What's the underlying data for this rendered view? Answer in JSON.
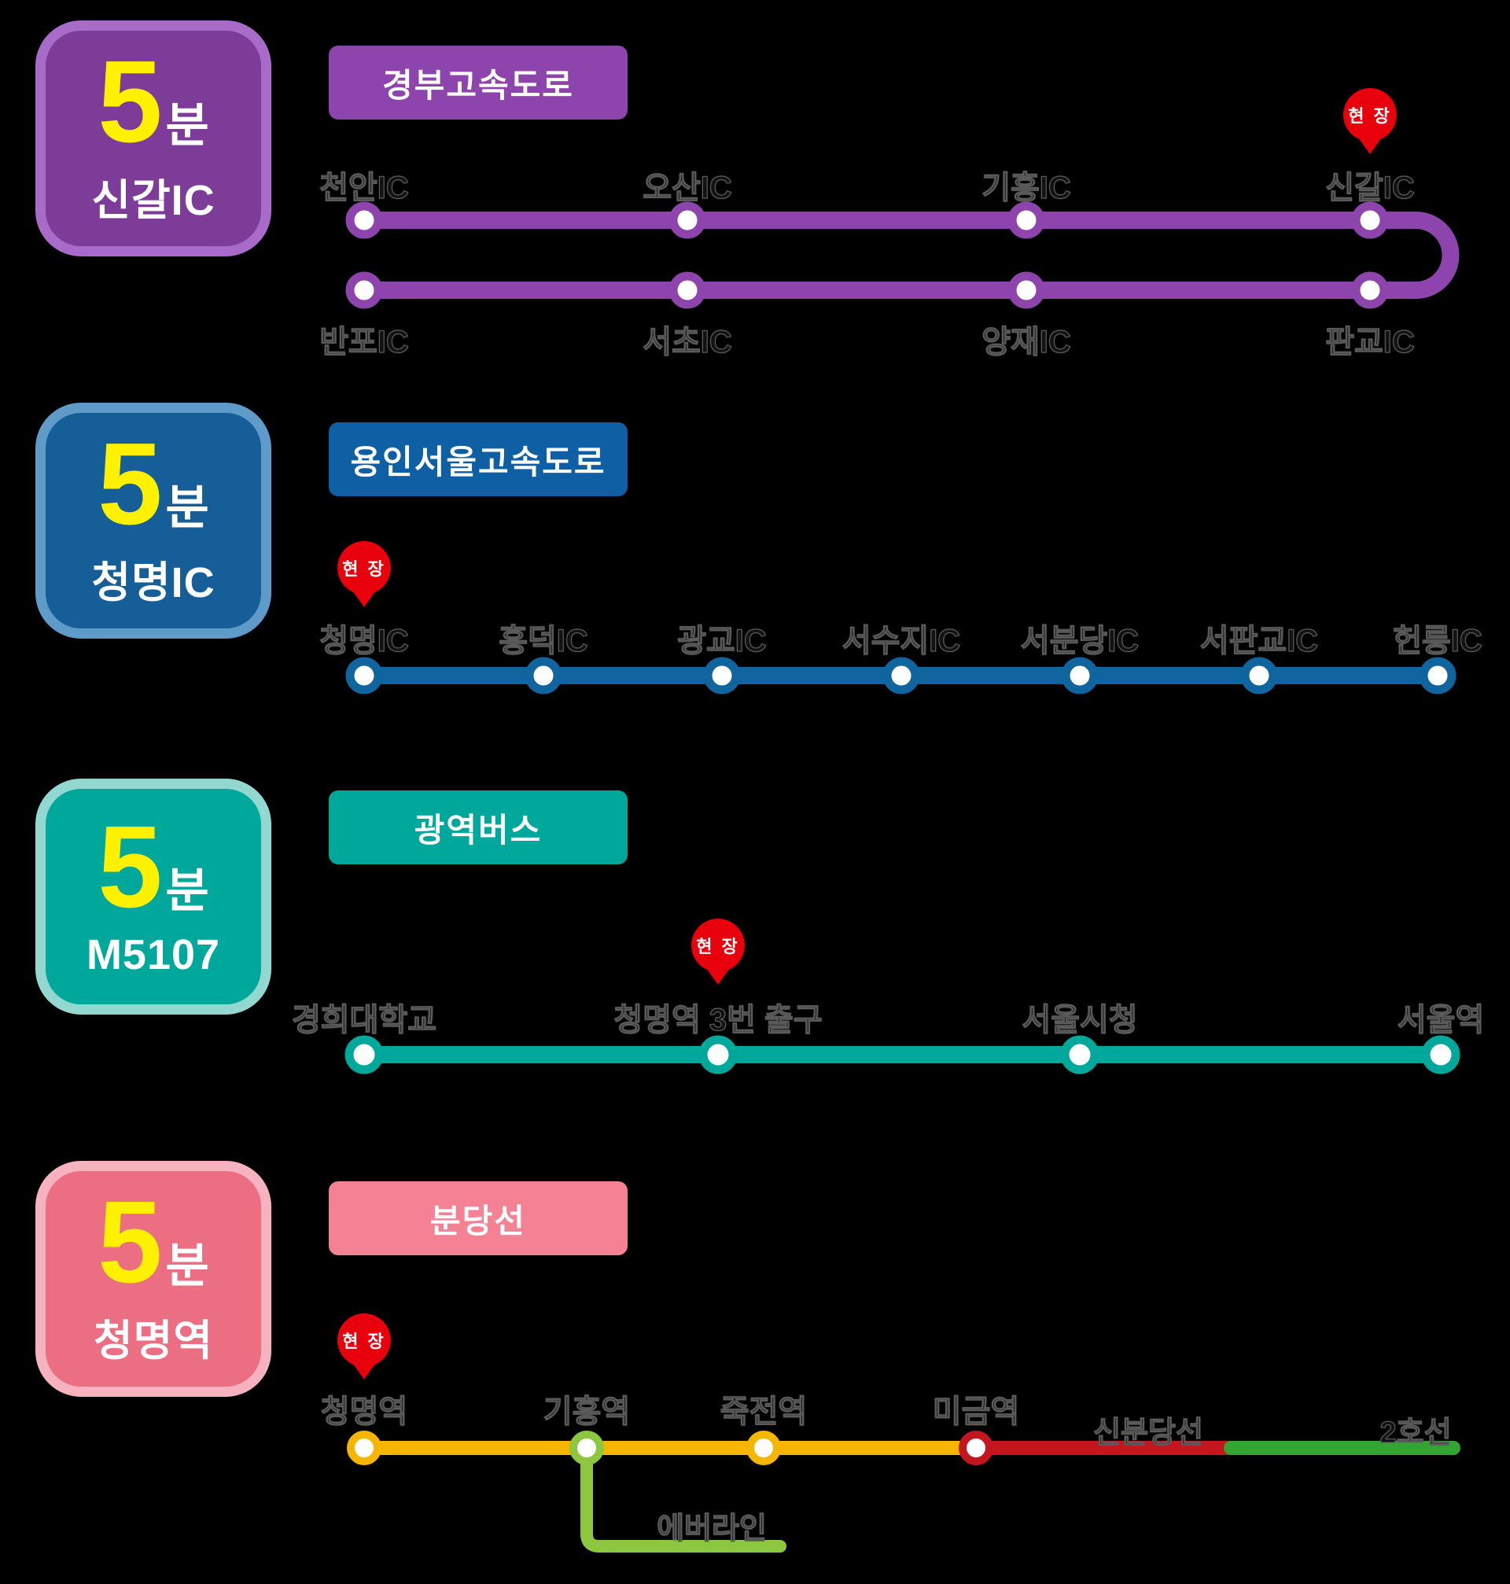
{
  "page": {
    "background": "#000000"
  },
  "pin": {
    "label": "현 장",
    "color": "#E8000D"
  },
  "sections": [
    {
      "id": "gyeongbu-expressway",
      "badge": {
        "minutes": "5",
        "unit": "분",
        "destination": "신갈IC"
      },
      "route_name": "경부고속도로",
      "accent": "#8E44AD",
      "stops_top": [
        "천안IC",
        "오산IC",
        "기흥IC",
        "신갈IC"
      ],
      "stops_bottom": [
        "반포IC",
        "서초IC",
        "양재IC",
        "판교IC"
      ],
      "site_stop": "신갈IC"
    },
    {
      "id": "yongin-seoul-expressway",
      "badge": {
        "minutes": "5",
        "unit": "분",
        "destination": "청명IC"
      },
      "route_name": "용인서울고속도로",
      "accent": "#10659F",
      "stops": [
        "청명IC",
        "흥덕IC",
        "광교IC",
        "서수지IC",
        "서분당IC",
        "서판교IC",
        "헌릉IC"
      ],
      "site_stop": "청명IC"
    },
    {
      "id": "metro-bus",
      "badge": {
        "minutes": "5",
        "unit": "분",
        "destination": "M5107"
      },
      "route_name": "광역버스",
      "accent": "#00A79B",
      "stops": [
        "경희대학교",
        "청명역 3번 출구",
        "서울시청",
        "서울역"
      ],
      "site_stop": "청명역 3번 출구"
    },
    {
      "id": "bundang-line",
      "badge": {
        "minutes": "5",
        "unit": "분",
        "destination": "청명역"
      },
      "route_name": "분당선",
      "accent": "#F2778A",
      "line_color": "#F6B600",
      "stops": [
        "청명역",
        "기흥역",
        "죽전역",
        "미금역"
      ],
      "site_stop": "청명역",
      "connections": [
        {
          "label": "신분당선",
          "color": "#C4161F"
        },
        {
          "label": "2호선",
          "color": "#33A532"
        },
        {
          "label": "에버라인",
          "color": "#8DC63F"
        }
      ]
    }
  ]
}
